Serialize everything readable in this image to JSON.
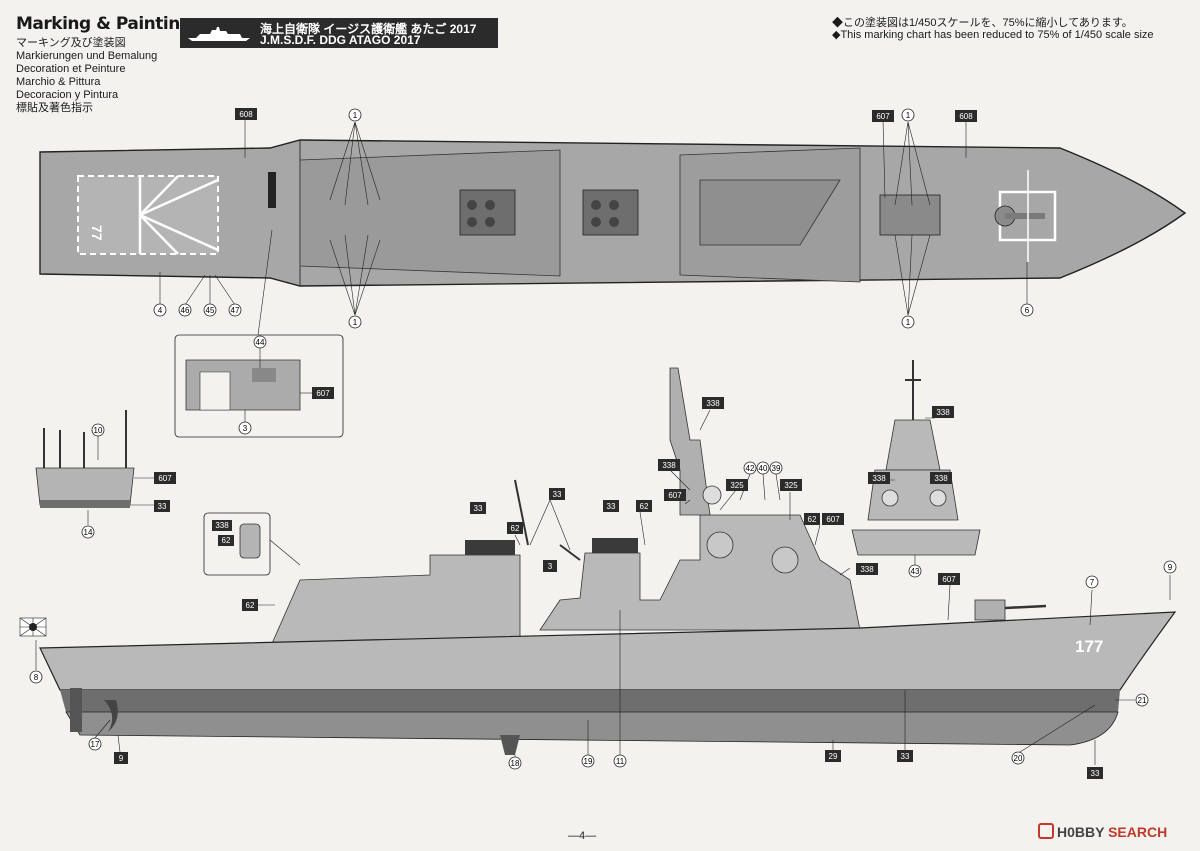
{
  "header": {
    "title": "Marking & Painting",
    "subtitles": [
      "マーキング及び塗装図",
      "Markierungen und Bemalung",
      "Decoration et Peinture",
      "Marchio & Pittura",
      "Decoracion y Pintura",
      "標貼及著色指示"
    ]
  },
  "banner": {
    "line1": "海上自衛隊 イージス護衛艦 あたご 2017",
    "line2": "J.M.S.D.F. DDG ATAGO 2017"
  },
  "scale_note": {
    "line1": "◆この塗装図は1/450スケールを、75%に縮小してあります。",
    "line2": "◆This marking chart has been reduced to 75% of 1/450 scale size"
  },
  "hull_number": "177",
  "deck_number": "77",
  "callouts": {
    "c1": "1",
    "c3": "3",
    "c4": "4",
    "c6": "6",
    "c7": "7",
    "c8": "8",
    "c9": "9",
    "c10": "10",
    "c11": "11",
    "c14": "14",
    "c17": "17",
    "c18": "18",
    "c19": "19",
    "c20": "20",
    "c21": "21",
    "c29": "29",
    "c39": "39",
    "c40": "40",
    "c42": "42",
    "c43": "43",
    "c44": "44",
    "c45": "45",
    "c46": "46",
    "c47": "47"
  },
  "paint_codes": {
    "p33": "33",
    "p62": "62",
    "p325": "325",
    "p338": "338",
    "p607": "607",
    "p608": "608",
    "p3": "3",
    "p9": "9"
  },
  "page_number": "—4—",
  "brand": {
    "hobby": "H0BBY",
    "search": "SEARCH"
  },
  "colors": {
    "deck_gray": "#a7a7a7",
    "hull_gray": "#b9b9b9",
    "boot_topping": "#6e6e6e",
    "hull_red": "#8f8f8f",
    "brand_red": "#c0392b"
  }
}
